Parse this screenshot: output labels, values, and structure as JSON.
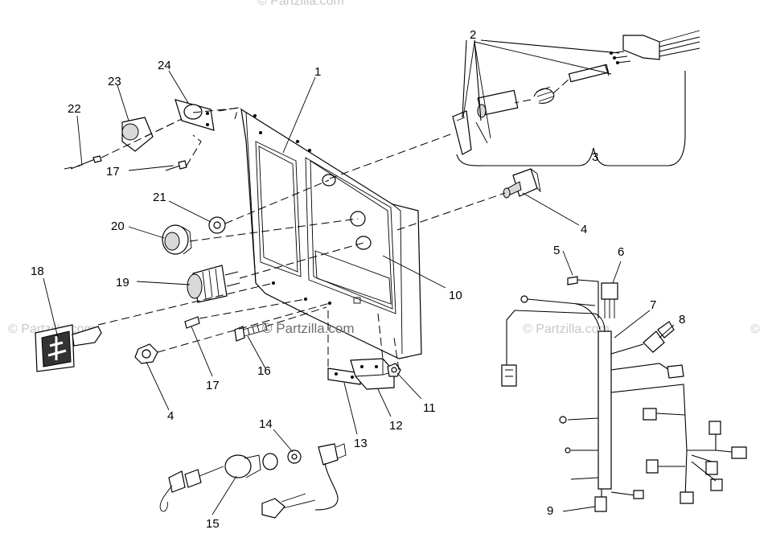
{
  "watermark": {
    "main": "© Partzilla.com",
    "faint": [
      "© Partzilla.com",
      "© Partzilla.com",
      "© Partzilla.com",
      "©"
    ]
  },
  "callouts": {
    "c1": "1",
    "c2": "2",
    "c3": "3",
    "c4a": "4",
    "c4b": "4",
    "c5": "5",
    "c6": "6",
    "c7": "7",
    "c8": "8",
    "c9": "9",
    "c10": "10",
    "c11": "11",
    "c12": "12",
    "c13": "13",
    "c14": "14",
    "c15": "15",
    "c16": "16",
    "c17a": "17",
    "c17b": "17",
    "c18": "18",
    "c19": "19",
    "c20": "20",
    "c21": "21",
    "c22": "22",
    "c23": "23",
    "c24": "24"
  }
}
